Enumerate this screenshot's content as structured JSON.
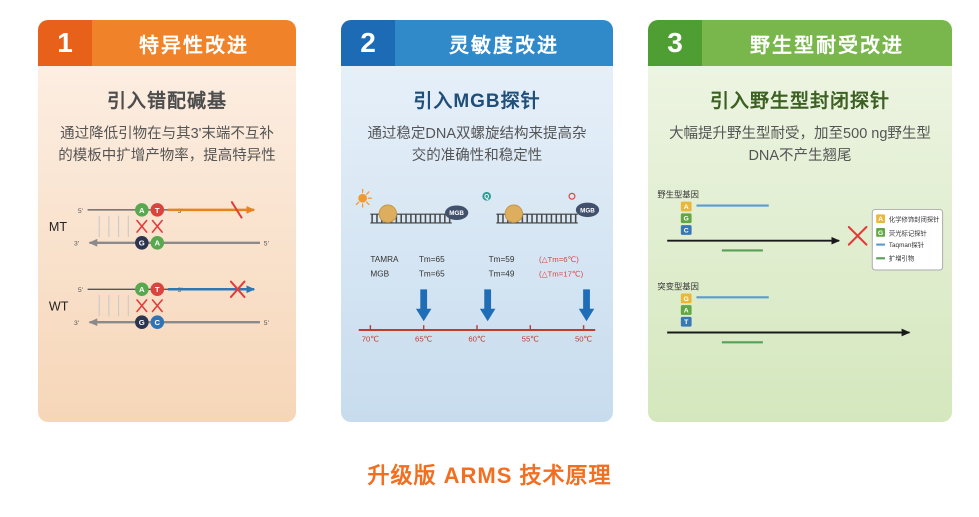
{
  "caption": "升级版 ARMS 技术原理",
  "colors": {
    "panel1_number_bg": "#e8611a",
    "panel1_header_bg": "#f0832a",
    "panel2_number_bg": "#1c6bb4",
    "panel2_header_bg": "#3089c9",
    "panel3_number_bg": "#4f9e33",
    "panel3_header_bg": "#79b74c",
    "caption_color": "#f26f21",
    "alert_red": "#e23b3b"
  },
  "panels": {
    "p1": {
      "number": "1",
      "header": "特异性改进",
      "title": "引入错配碱基",
      "body": "通过降低引物在与其3'末端不互补的模板中扩增产物率，提高特异性",
      "mt_label": "MT",
      "wt_label": "WT",
      "five_prime": "5'",
      "three_prime": "3'",
      "bases": {
        "mt_top": [
          "A",
          "T"
        ],
        "mt_bottom": [
          "G",
          "A"
        ],
        "wt_top": [
          "A",
          "T"
        ],
        "wt_bottom": [
          "G",
          "C"
        ]
      }
    },
    "p2": {
      "number": "2",
      "header": "灵敏度改进",
      "title": "引入MGB探针",
      "body": "通过稳定DNA双螺旋结构来提高杂交的准确性和稳定性",
      "mgb_label": "MGB",
      "quencher_label": "Q",
      "table": {
        "r1": {
          "name": "TAMRA",
          "tm1": "Tm=65",
          "tm2": "Tm=59",
          "delta": "(△Tm=6℃)"
        },
        "r2": {
          "name": "MGB",
          "tm1": "Tm=65",
          "tm2": "Tm=49",
          "delta": "(△Tm=17℃)"
        }
      },
      "axis_ticks": [
        "70℃",
        "65℃",
        "60℃",
        "55℃",
        "50℃"
      ]
    },
    "p3": {
      "number": "3",
      "header": "野生型耐受改进",
      "title": "引入野生型封闭探针",
      "body": "大幅提升野生型耐受，加至500 ng野生型DNA不产生翘尾",
      "wt_label": "野生型基因",
      "mut_label": "突变型基因",
      "wt_bases": [
        "A",
        "G",
        "C"
      ],
      "mut_bases": [
        "G",
        "A",
        "T"
      ],
      "legend_keys": [
        "A",
        "G"
      ],
      "legend": [
        {
          "text": "化学修饰封闭探针"
        },
        {
          "text": "荧光标记探针"
        },
        {
          "text": "Taqman探针"
        },
        {
          "text": "扩增引物"
        }
      ]
    }
  }
}
